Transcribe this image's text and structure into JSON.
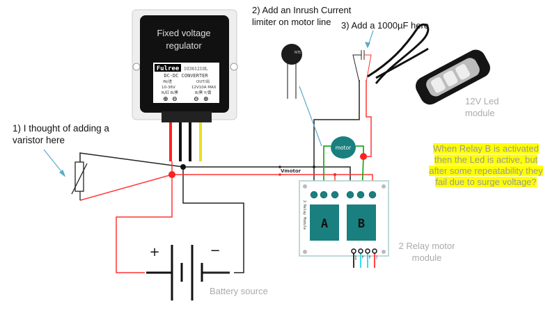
{
  "annotations": {
    "varistor": "1) I thought of adding a varistor here",
    "inrush": "2) Add an Inrush Current limiter on motor line",
    "capacitor": "3) Add a 1000µF here",
    "question": "When Relay B is activated then the Led is active, but after some repeatability they fail due to surge voltage?"
  },
  "labels": {
    "regulator": "Fixed voltage regulator",
    "led_module": "12V Led module",
    "relay_module": "2 Relay motor module",
    "battery": "Battery source",
    "vmotor": "Vmotor",
    "motor": "motor",
    "ntc": "NTC",
    "plus": "+",
    "minus": "−"
  },
  "regulator_panel": {
    "brand": "Fulree",
    "model": "10361210L",
    "type": "DC-DC CONVERTER",
    "in_label": "IN/进",
    "out_label": "OUT/出",
    "in_range": "10-36V",
    "out_rating": "12V10A MAX",
    "in_wires": "R/红 B/黑",
    "out_wires": "B/黑 Y/黄"
  },
  "relay_module": {
    "side_label": "2 Relay Module",
    "relays": [
      "A",
      "B"
    ],
    "pins": [
      "GND",
      "IN1",
      "IN2",
      "VCC"
    ]
  },
  "colors": {
    "positive": "#ff3333",
    "negative": "#222222",
    "motor_wire": "#22aa22",
    "relay": "#1a7f7f",
    "arrow": "#5aaac8",
    "highlight": "#ffff00"
  }
}
